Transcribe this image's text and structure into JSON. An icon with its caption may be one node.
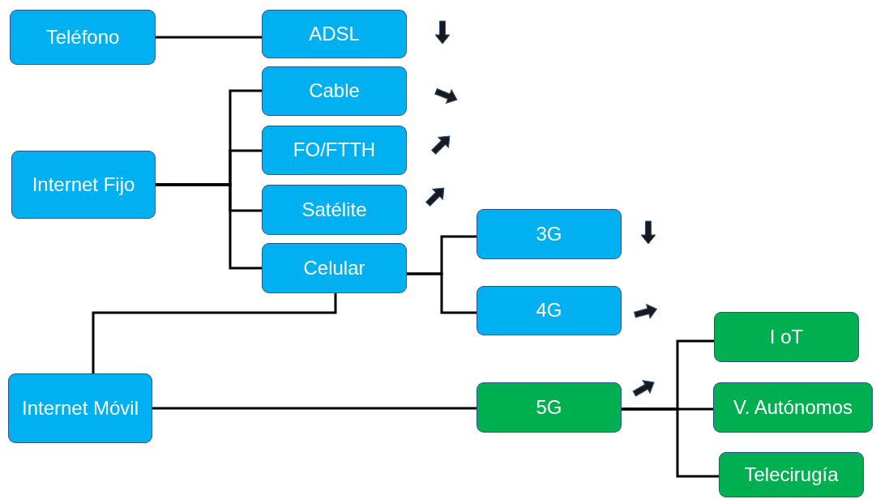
{
  "diagram": {
    "nodes": [
      {
        "text": [
          "Teléfono"
        ]
      },
      {
        "text": [
          "ADSL"
        ]
      },
      {
        "text": [
          "Cable"
        ]
      },
      {
        "text": [
          "FO/FTTH"
        ]
      },
      {
        "text": [
          "Internet Fijo"
        ]
      },
      {
        "text": [
          "Satélite"
        ]
      },
      {
        "text": [
          "Celular"
        ]
      },
      {
        "text": [
          "3G"
        ]
      },
      {
        "text": [
          "4G"
        ]
      },
      {
        "text": [
          "I oT"
        ]
      },
      {
        "text": [
          "Internet Móvil"
        ]
      },
      {
        "text": [
          "5G"
        ]
      },
      {
        "text": [
          "V. Autónomos"
        ]
      },
      {
        "text": [
          "Telecirugía"
        ]
      }
    ],
    "edges": [
      {
        "from": 0,
        "to": 1,
        "arrow": "none"
      },
      {
        "from": 4,
        "to": 2,
        "arrow": "none"
      },
      {
        "from": 4,
        "to": 3,
        "arrow": "none"
      },
      {
        "from": 4,
        "to": 5,
        "arrow": "none"
      },
      {
        "from": 4,
        "to": 6,
        "arrow": "none"
      },
      {
        "from": 6,
        "to": 7,
        "arrow": "none"
      },
      {
        "from": 6,
        "to": 8,
        "arrow": "none"
      },
      {
        "from": 10,
        "to": 6,
        "arrow": "none"
      },
      {
        "from": 10,
        "to": 11,
        "arrow": "none"
      },
      {
        "from": 11,
        "to": 9,
        "arrow": "none"
      },
      {
        "from": 11,
        "to": 12,
        "arrow": "none"
      },
      {
        "from": 11,
        "to": 13,
        "arrow": "none"
      }
    ]
  }
}
